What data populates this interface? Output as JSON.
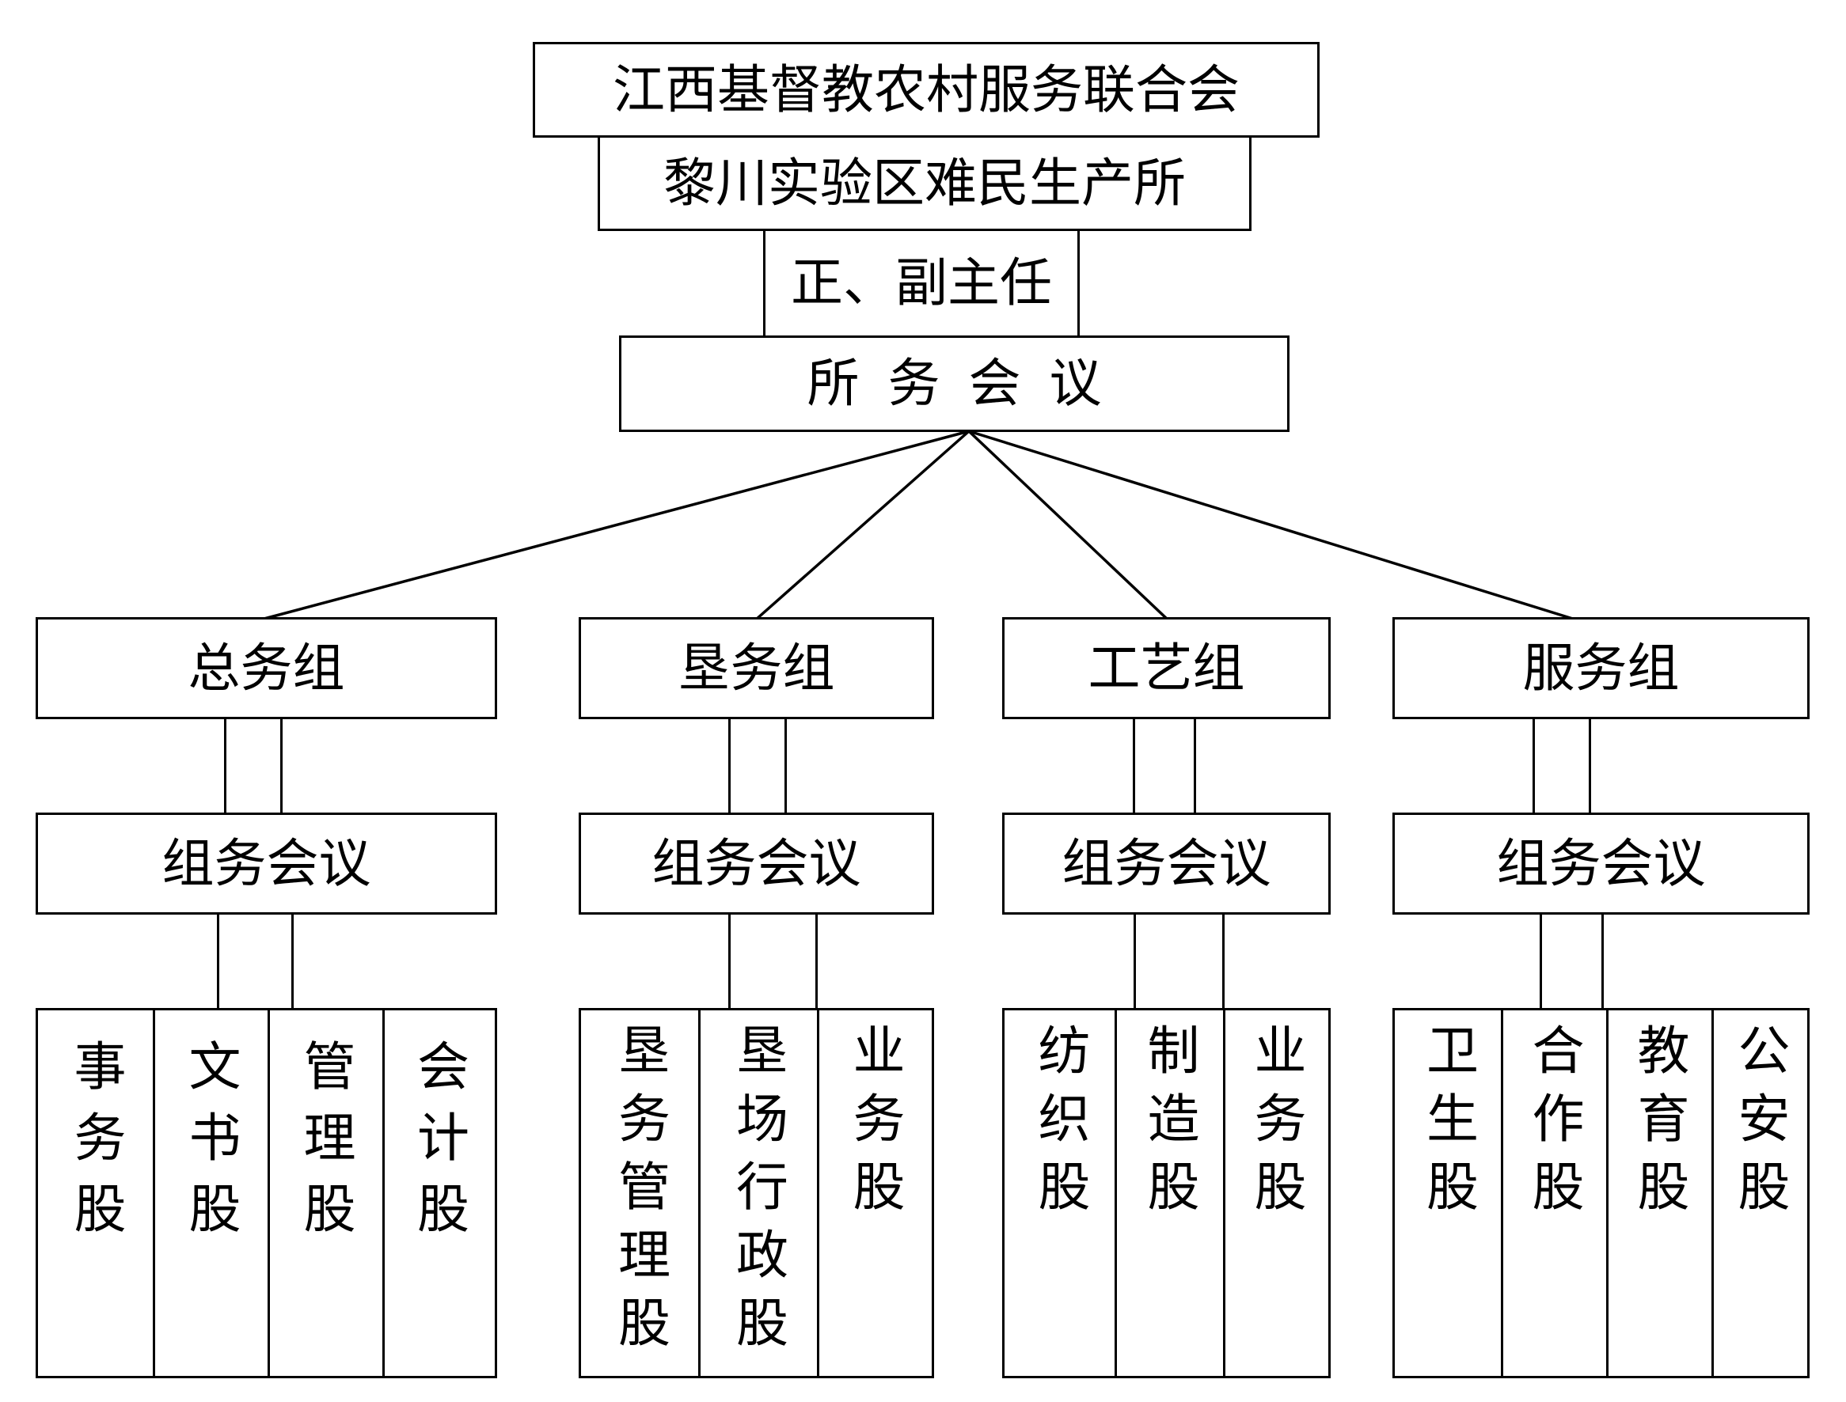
{
  "org": {
    "top": "江西基督教农村服务联合会",
    "office": "黎川实验区难民生产所",
    "director": "正、副主任",
    "meeting": "所务会议"
  },
  "groups": [
    {
      "name": "总务组",
      "meeting": "组务会议",
      "units": [
        "事务股",
        "文书股",
        "管理股",
        "会计股"
      ]
    },
    {
      "name": "垦务组",
      "meeting": "组务会议",
      "units": [
        "垦务管理股",
        "垦场行政股",
        "业务股"
      ]
    },
    {
      "name": "工艺组",
      "meeting": "组务会议",
      "units": [
        "纺织股",
        "制造股",
        "业务股"
      ]
    },
    {
      "name": "服务组",
      "meeting": "组务会议",
      "units": [
        "卫生股",
        "合作股",
        "教育股",
        "公安股"
      ]
    }
  ]
}
